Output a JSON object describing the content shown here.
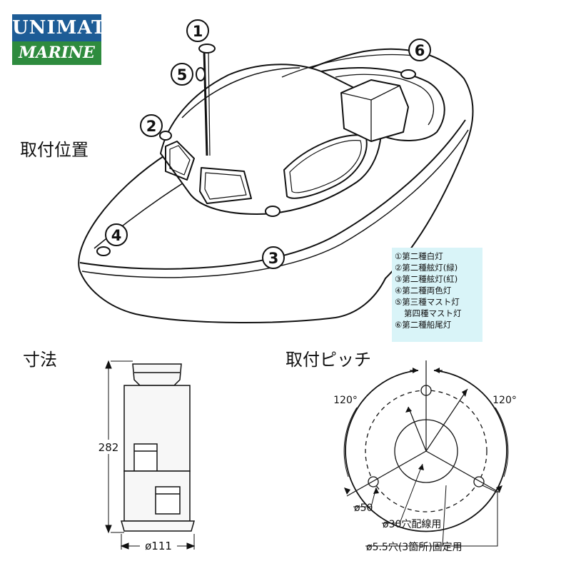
{
  "logo": {
    "line1": "UNIMAT",
    "line2": "MARINE"
  },
  "headings": {
    "mounting_position": "取付位置",
    "dimensions": "寸法",
    "mounting_pitch": "取付ピッチ"
  },
  "boat_callouts": [
    "1",
    "2",
    "3",
    "4",
    "5",
    "6"
  ],
  "legend": [
    "①第二種白灯",
    "②第二種舷灯(緑)",
    "③第二種舷灯(紅)",
    "④第二種両色灯",
    "⑤第三種マスト灯",
    "第四種マスト灯",
    "⑥第二種船尾灯"
  ],
  "dimensions": {
    "height": "282",
    "width": "ø111"
  },
  "pitch": {
    "angle_left": "120°",
    "angle_right": "120°",
    "label_pcd": "ø50",
    "label_center_hole": "ø30穴配線用",
    "label_fix_holes": "ø5.5穴(3箇所)固定用"
  }
}
